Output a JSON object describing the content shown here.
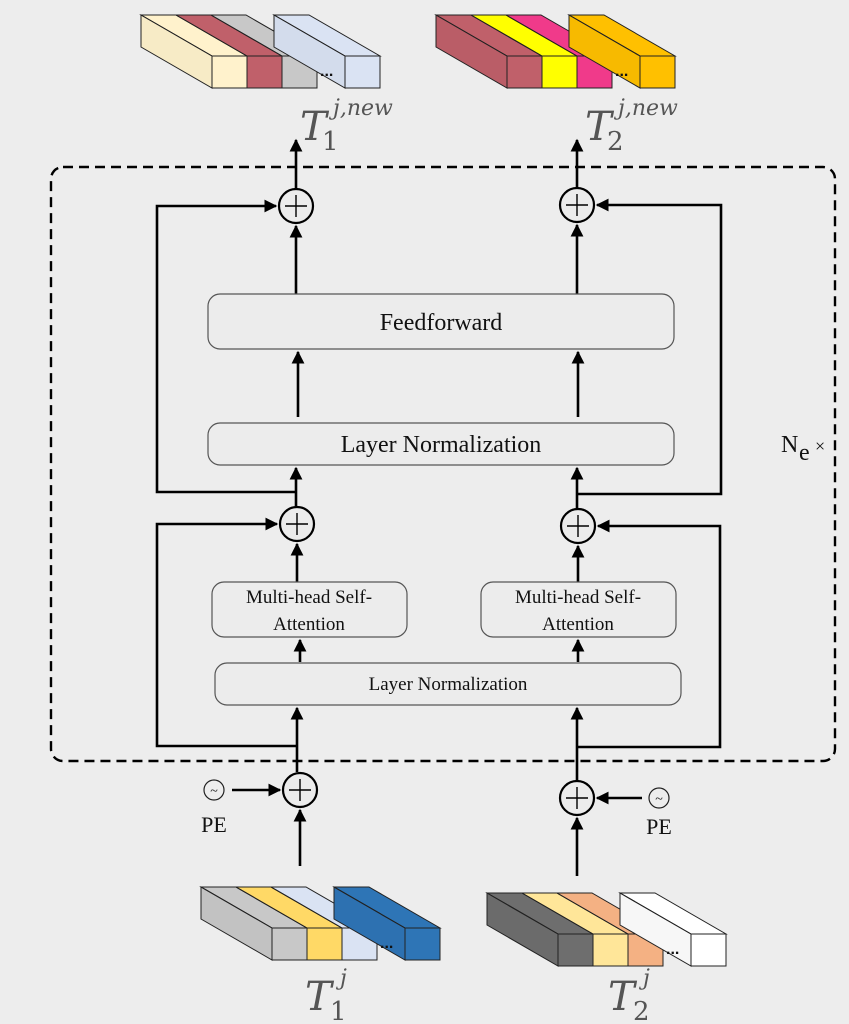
{
  "diagram": {
    "title": "Transformer encoder block (two token streams)",
    "repeat_label": {
      "base": "N",
      "sub": "e",
      "suffix": "×"
    },
    "blocks": {
      "feedforward": "Feedforward",
      "layer_norm_top": "Layer Normalization",
      "layer_norm_bottom": "Layer Normalization",
      "mhsa_left_line1": "Multi-head Self-",
      "mhsa_left_line2": "Attention",
      "mhsa_right_line1": "Multi-head Self-",
      "mhsa_right_line2": "Attention"
    },
    "positional_encoding": {
      "left_label": "PE",
      "right_label": "PE",
      "symbol": "~"
    },
    "inputs": [
      {
        "base": "T",
        "sub": "1",
        "sup": "j",
        "colors": [
          "#c8c8c8",
          "#ffd966",
          "#dae3f3",
          "#2e75b6"
        ]
      },
      {
        "base": "T",
        "sub": "2",
        "sup": "j",
        "colors": [
          "#6e6e6e",
          "#ffe699",
          "#f4b183",
          "#ffffff"
        ]
      }
    ],
    "outputs": [
      {
        "base": "T",
        "sub": "1",
        "sup": "j,new",
        "colors": [
          "#fff2cc",
          "#c0606a",
          "#c8c8c8",
          "#dae3f3"
        ]
      },
      {
        "base": "T",
        "sub": "2",
        "sup": "j,new",
        "colors": [
          "#c0606a",
          "#ffff00",
          "#f03a8a",
          "#ffc000"
        ]
      }
    ],
    "ellipsis": "..."
  }
}
